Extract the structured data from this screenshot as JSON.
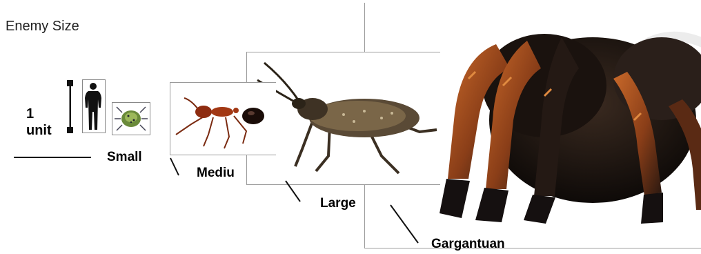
{
  "title": "Enemy Size",
  "scale": {
    "number": "1",
    "word": "unit"
  },
  "sizes": {
    "small": "Small",
    "medium": "Mediu",
    "large": "Large",
    "gargantuan": "Gargantuan"
  },
  "icons": {
    "scale_bar": "scale-bar-icon",
    "human": "human-silhouette-icon",
    "small": "tick-insect-image",
    "medium": "ant-image",
    "large": "bug-image",
    "gargantuan": "tarantula-image"
  }
}
